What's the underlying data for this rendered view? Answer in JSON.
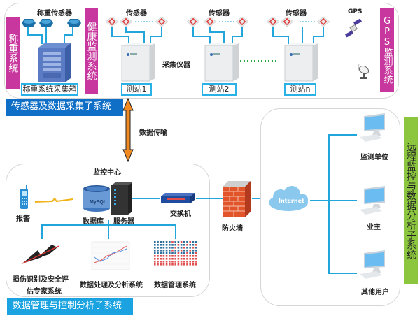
{
  "top_section": {
    "weighing": {
      "side_label": "称重系统",
      "sensors_label": "称重传感器",
      "collector_label": "称重系统采集箱"
    },
    "health": {
      "side_label": "健康监测系统",
      "sensors_label": "传感器",
      "instrument_label": "采集仪器",
      "stations": [
        "测站1",
        "测站2",
        "测站n"
      ]
    },
    "gps": {
      "label": "GPS",
      "side_label": "GPS监测系统"
    },
    "banner": "传感器及数据采集子系统"
  },
  "link": {
    "label": "数据传输"
  },
  "bottom_section": {
    "title": "监控中心",
    "alarm": "报警",
    "database": "数据库",
    "server": "服务器",
    "switch": "交换机",
    "subsystems": [
      "损伤识别及安全评估专家系统",
      "数据处理及分析系统",
      "数据管理系统"
    ],
    "damage_line1": "损伤识别及安全评",
    "damage_line2": "估专家系统",
    "db_logo": "MySQL",
    "banner": "数据管理与控制分析子系统"
  },
  "firewall": "防火墙",
  "remote_section": {
    "internet": "Internet",
    "clients": [
      "监测单位",
      "业主",
      "其他用户"
    ],
    "side_label": "远程监控与数据分析子系统"
  },
  "colors": {
    "magenta": "#c8379d",
    "blue_banner": "#0f6fc6",
    "cyan_banner": "#1aa3e0",
    "green_bar": "#8cc63f",
    "wire": "#21a6dc",
    "arrow": "#f28a22"
  }
}
